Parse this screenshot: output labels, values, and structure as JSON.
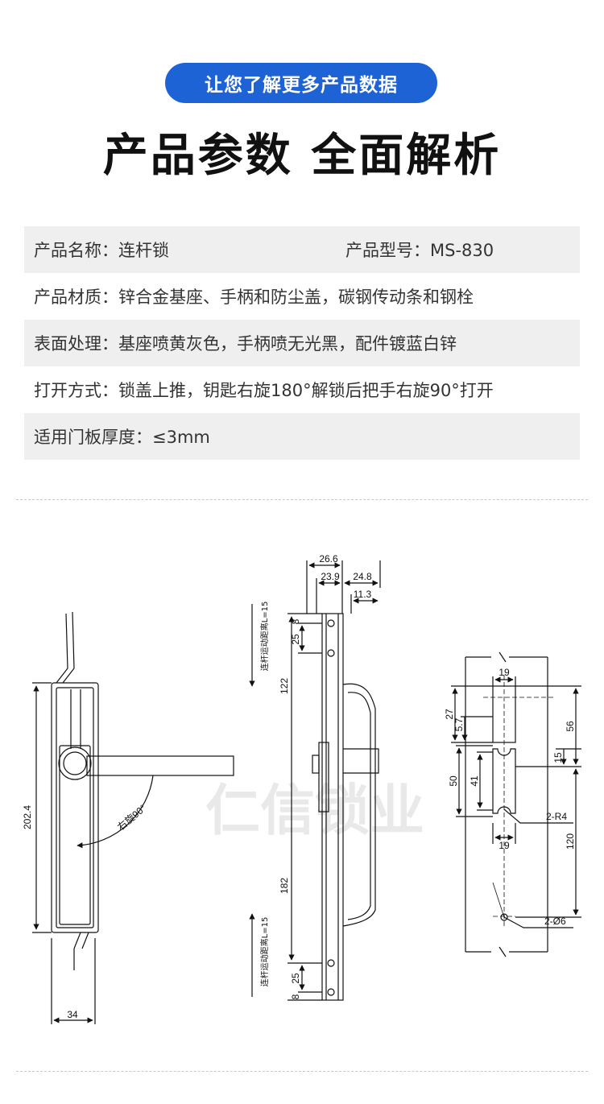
{
  "header": {
    "pill": "让您了解更多产品数据",
    "headline": "产品参数 全面解析"
  },
  "specs": [
    {
      "label": "产品名称：",
      "value": "连杆锁",
      "label2": "产品型号：",
      "value2": "MS-830"
    },
    {
      "label": "产品材质：",
      "value": "锌合金基座、手柄和防尘盖，碳钢传动条和钢栓"
    },
    {
      "label": "表面处理：",
      "value": "基座喷黄灰色，手柄喷无光黑，配件镀蓝白锌"
    },
    {
      "label": "打开方式：",
      "value": "锁盖上推，钥匙右旋180°解锁后把手右旋90°打开"
    },
    {
      "label": "适用门板厚度：",
      "value": "≤3mm"
    }
  ],
  "drawing": {
    "watermark": "仁信锁业",
    "front_view": {
      "height_dim": "202.4",
      "width_dim": "34",
      "rotation_note": "右旋90°"
    },
    "side_view": {
      "top_dims": [
        "26.6",
        "23.9",
        "24.8",
        "11.3"
      ],
      "dims": [
        "8",
        "25",
        "122",
        "182",
        "25",
        "8"
      ],
      "travel_note": "连杆运动距离L=15"
    },
    "cutout_view": {
      "dims": [
        "19",
        "27",
        "5.7",
        "56",
        "15",
        "50",
        "41",
        "19",
        "120"
      ],
      "radius_note": "2-R4",
      "hole_note": "2-Ø6"
    }
  }
}
